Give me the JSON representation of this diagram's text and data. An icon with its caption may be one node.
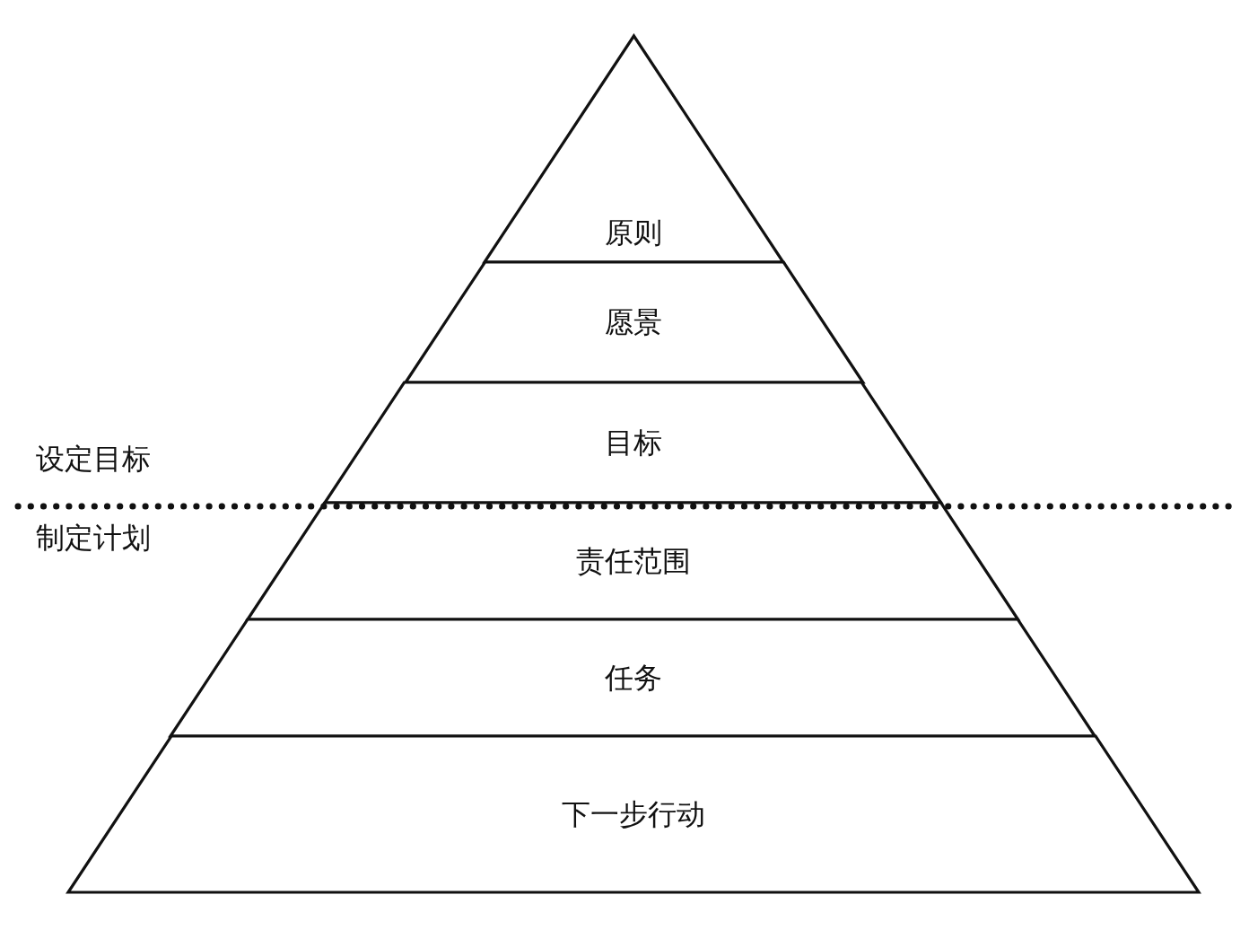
{
  "diagram": {
    "nodes": [
      {
        "text": [
          "原则"
        ]
      },
      {
        "text": [
          "愿景"
        ]
      },
      {
        "text": [
          "目标"
        ]
      },
      {
        "text": [
          "责任范围"
        ]
      },
      {
        "text": [
          "任务"
        ]
      },
      {
        "text": [
          "下一步行动"
        ]
      }
    ],
    "labels": [
      "设定目标",
      "制定计划"
    ]
  }
}
